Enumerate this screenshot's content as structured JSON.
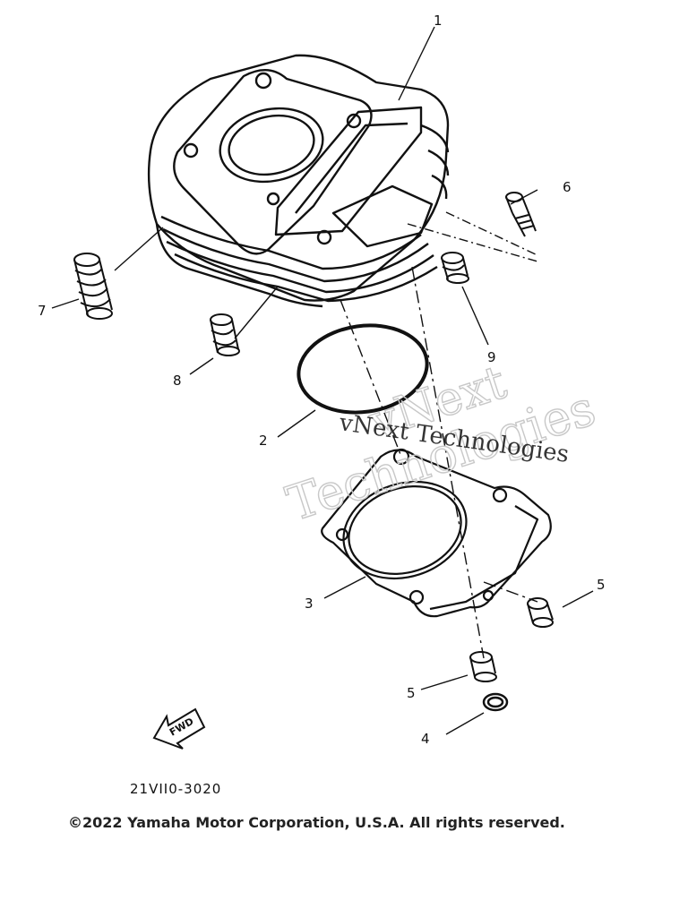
{
  "callouts": {
    "c1": "1",
    "c2": "2",
    "c3": "3",
    "c4": "4",
    "c5a": "5",
    "c5b": "5",
    "c6": "6",
    "c7": "7",
    "c8": "8",
    "c9": "9"
  },
  "fwd_label": "FWD",
  "diagram_code": "21VII0-3020",
  "copyright": "©2022 Yamaha Motor Corporation, U.S.A. All rights reserved.",
  "watermark": {
    "line1": "vNext Technologies",
    "outline_top": "vNext",
    "outline_bottom": "Technologies"
  },
  "colors": {
    "ink": "#111111",
    "watermark": "#cfcfcf",
    "background": "#ffffff"
  }
}
